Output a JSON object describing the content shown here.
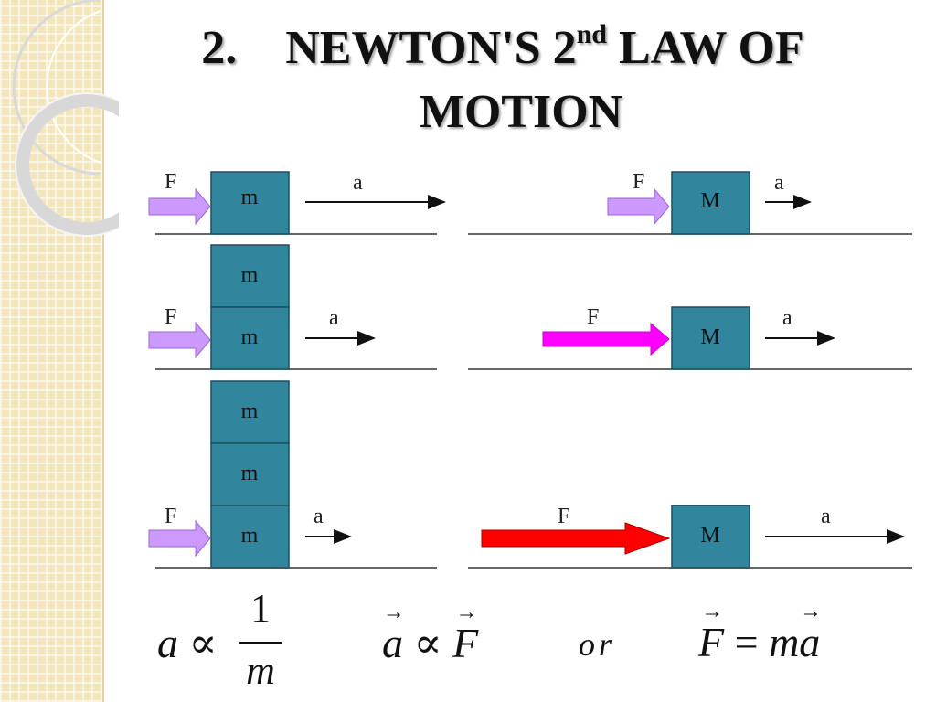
{
  "slide": {
    "title_number": "2.",
    "title_line1": "NEWTON'S 2",
    "title_superscript": "nd",
    "title_line1_end": " LAW OF",
    "title_line2": "MOTION"
  },
  "diagram": {
    "force_label": "F",
    "accel_label": "a",
    "small_mass_label": "m",
    "large_mass_label": "M",
    "colors": {
      "block_fill": "#31859c",
      "block_border": "#1d4f5e",
      "force_small": "#cc99ff",
      "force_medium": "#ff00ff",
      "force_large": "#ff0000",
      "ground": "#333333"
    }
  },
  "formulas": {
    "f1_lhs": "a",
    "proportional": "∝",
    "f1_numerator": "1",
    "f1_denominator": "m",
    "f2_lhs": "a",
    "f2_rhs": "F",
    "or": "or",
    "f3_lhs": "F",
    "equals": "=",
    "f3_m": "m",
    "f3_a": "a"
  },
  "icons": {
    "sidebar": "grid-paper-pattern",
    "decoration": "concentric-ring-ornament"
  }
}
